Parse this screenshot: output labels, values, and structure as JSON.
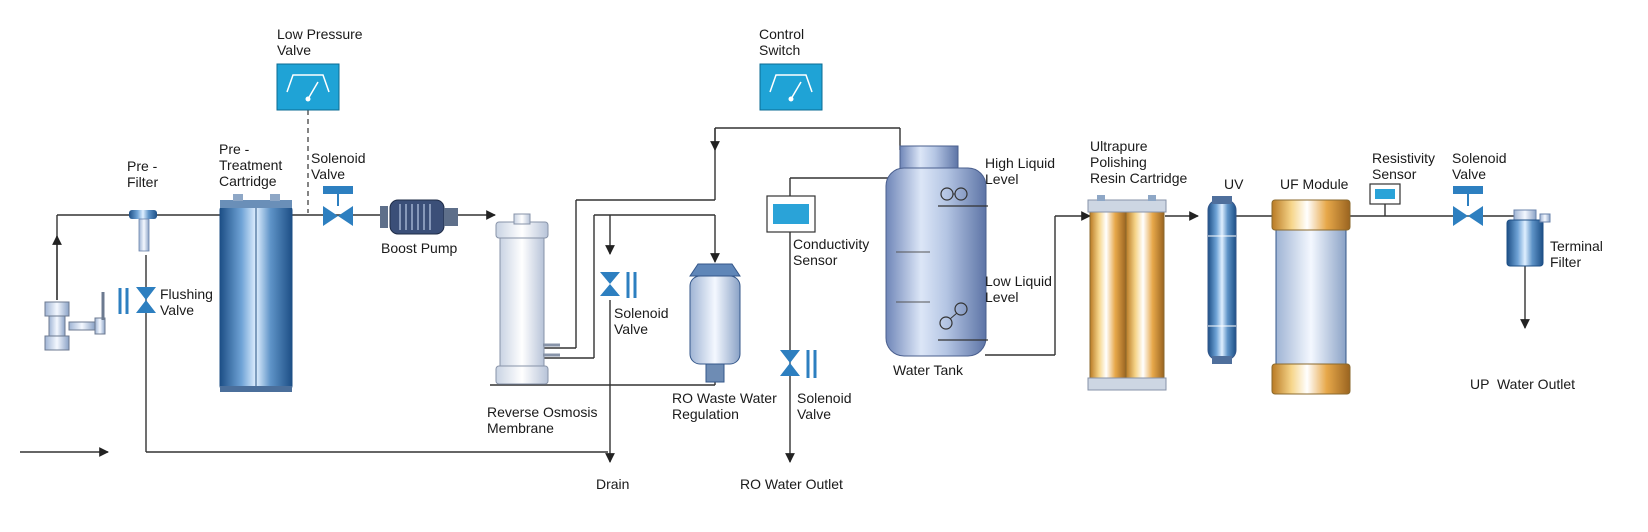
{
  "labels": {
    "low_pressure_valve": [
      "Low Pressure",
      "Valve"
    ],
    "control_switch": [
      "Control",
      "Switch"
    ],
    "pre_filter": [
      "Pre -",
      "Filter"
    ],
    "pretreatment_cartridge": [
      "Pre -",
      "Treatment",
      "Cartridge"
    ],
    "solenoid_valve_1": [
      "Solenoid",
      "Valve"
    ],
    "boost_pump": [
      "Boost Pump"
    ],
    "flushing_valve": [
      "Flushing",
      "Valve"
    ],
    "solenoid_valve_2": [
      "Solenoid",
      "Valve"
    ],
    "conductivity_sensor": [
      "Conductivity",
      "Sensor"
    ],
    "reverse_osmosis_membrane": [
      "Reverse Osmosis",
      "Membrane"
    ],
    "ro_waste_water_regulation": [
      "RO Waste Water",
      "Regulation"
    ],
    "solenoid_valve_3": [
      "Solenoid",
      "Valve"
    ],
    "high_liquid_level": [
      "High Liquid",
      "Level"
    ],
    "low_liquid_level": [
      "Low Liquid",
      "Level"
    ],
    "water_tank": [
      "Water Tank"
    ],
    "ultrapure_polishing_resin_cartridge": [
      "Ultrapure",
      "Polishing",
      "Resin Cartridge"
    ],
    "uv": [
      "UV"
    ],
    "uf_module": [
      "UF Module"
    ],
    "resistivity_sensor": [
      "Resistivity",
      "Sensor"
    ],
    "solenoid_valve_4": [
      "Solenoid",
      "Valve"
    ],
    "terminal_filter": [
      "Terminal",
      "Filter"
    ],
    "up_water_outlet": [
      "UP  Water Outlet"
    ],
    "drain": [
      "Drain"
    ],
    "ro_water_outlet": [
      "RO Water Outlet"
    ]
  },
  "colors": {
    "pipe": "#333333",
    "gauge_box": "#1fa3d6",
    "steel_blue": "#2f6fa8",
    "gold": "#d9a441"
  }
}
